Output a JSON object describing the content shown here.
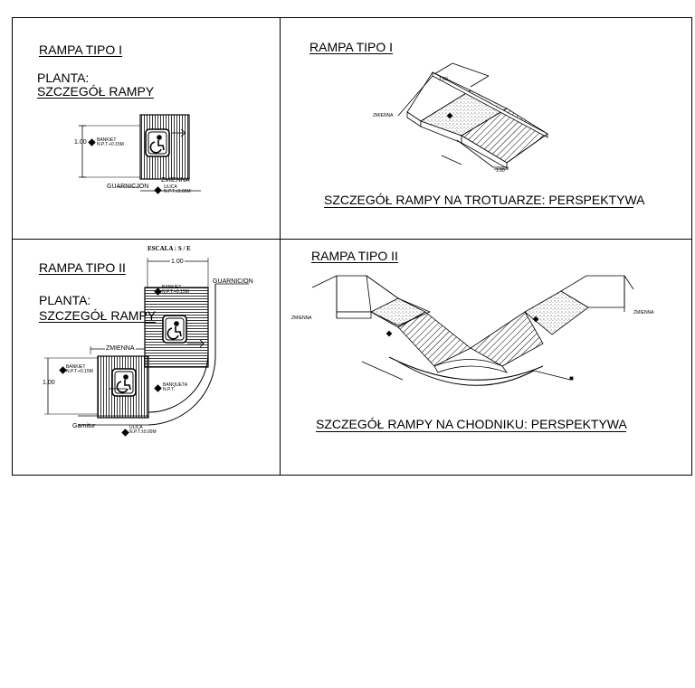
{
  "panel1": {
    "title": "RAMPA TIPO I",
    "planta": "PLANTA:",
    "subtitle": "SZCZEGÓŁ RAMPY",
    "dim": "1.00",
    "bankiet": "BANKIET",
    "bankiet_level": "N.P.T.+0.15M",
    "zmienna": "ZMIENNA",
    "guarnicion": "GUARNICJON",
    "ulica": "ULICA",
    "ulica_level": "N.P.T.±0.00M"
  },
  "panel2": {
    "title": "RAMPA TIPO I",
    "zmienna": "ZMIENNA",
    "dim_top": "1.00",
    "dim_bottom": "1.00",
    "caption": "SZCZEGÓŁ RAMPY NA TROTUARZE: PERSPEKTYWA"
  },
  "panel3": {
    "escala": "ESCALA : S / E",
    "title": "RAMPA TIPO II",
    "planta": "PLANTA:",
    "subtitle": "SZCZEGÓŁ RAMPY",
    "dim_top": "1.00",
    "guarnicion": "GUARNICION",
    "bankiet": "BANKIET",
    "bankiet_level": "N.P.T.+0.15M",
    "zmienna": "ZMIENNA",
    "dim_left": "1.00",
    "bankiet2": "BANKIET",
    "bankiet2_level": "N.P.T.+0.15M",
    "banqueta": "BANQUETA",
    "banqueta_level": "N.P.T.",
    "garnitur": "Garnitur",
    "ulica": "ULICA",
    "ulica_level": "N.P.T.±0.00M"
  },
  "panel4": {
    "title": "RAMPA TIPO II",
    "zmienna_left": "ZMIENNA",
    "zmienna_right": "ZMIENNA",
    "caption": "SZCZEGÓŁ RAMPY NA CHODNIKU: PERSPEKTYWA"
  }
}
